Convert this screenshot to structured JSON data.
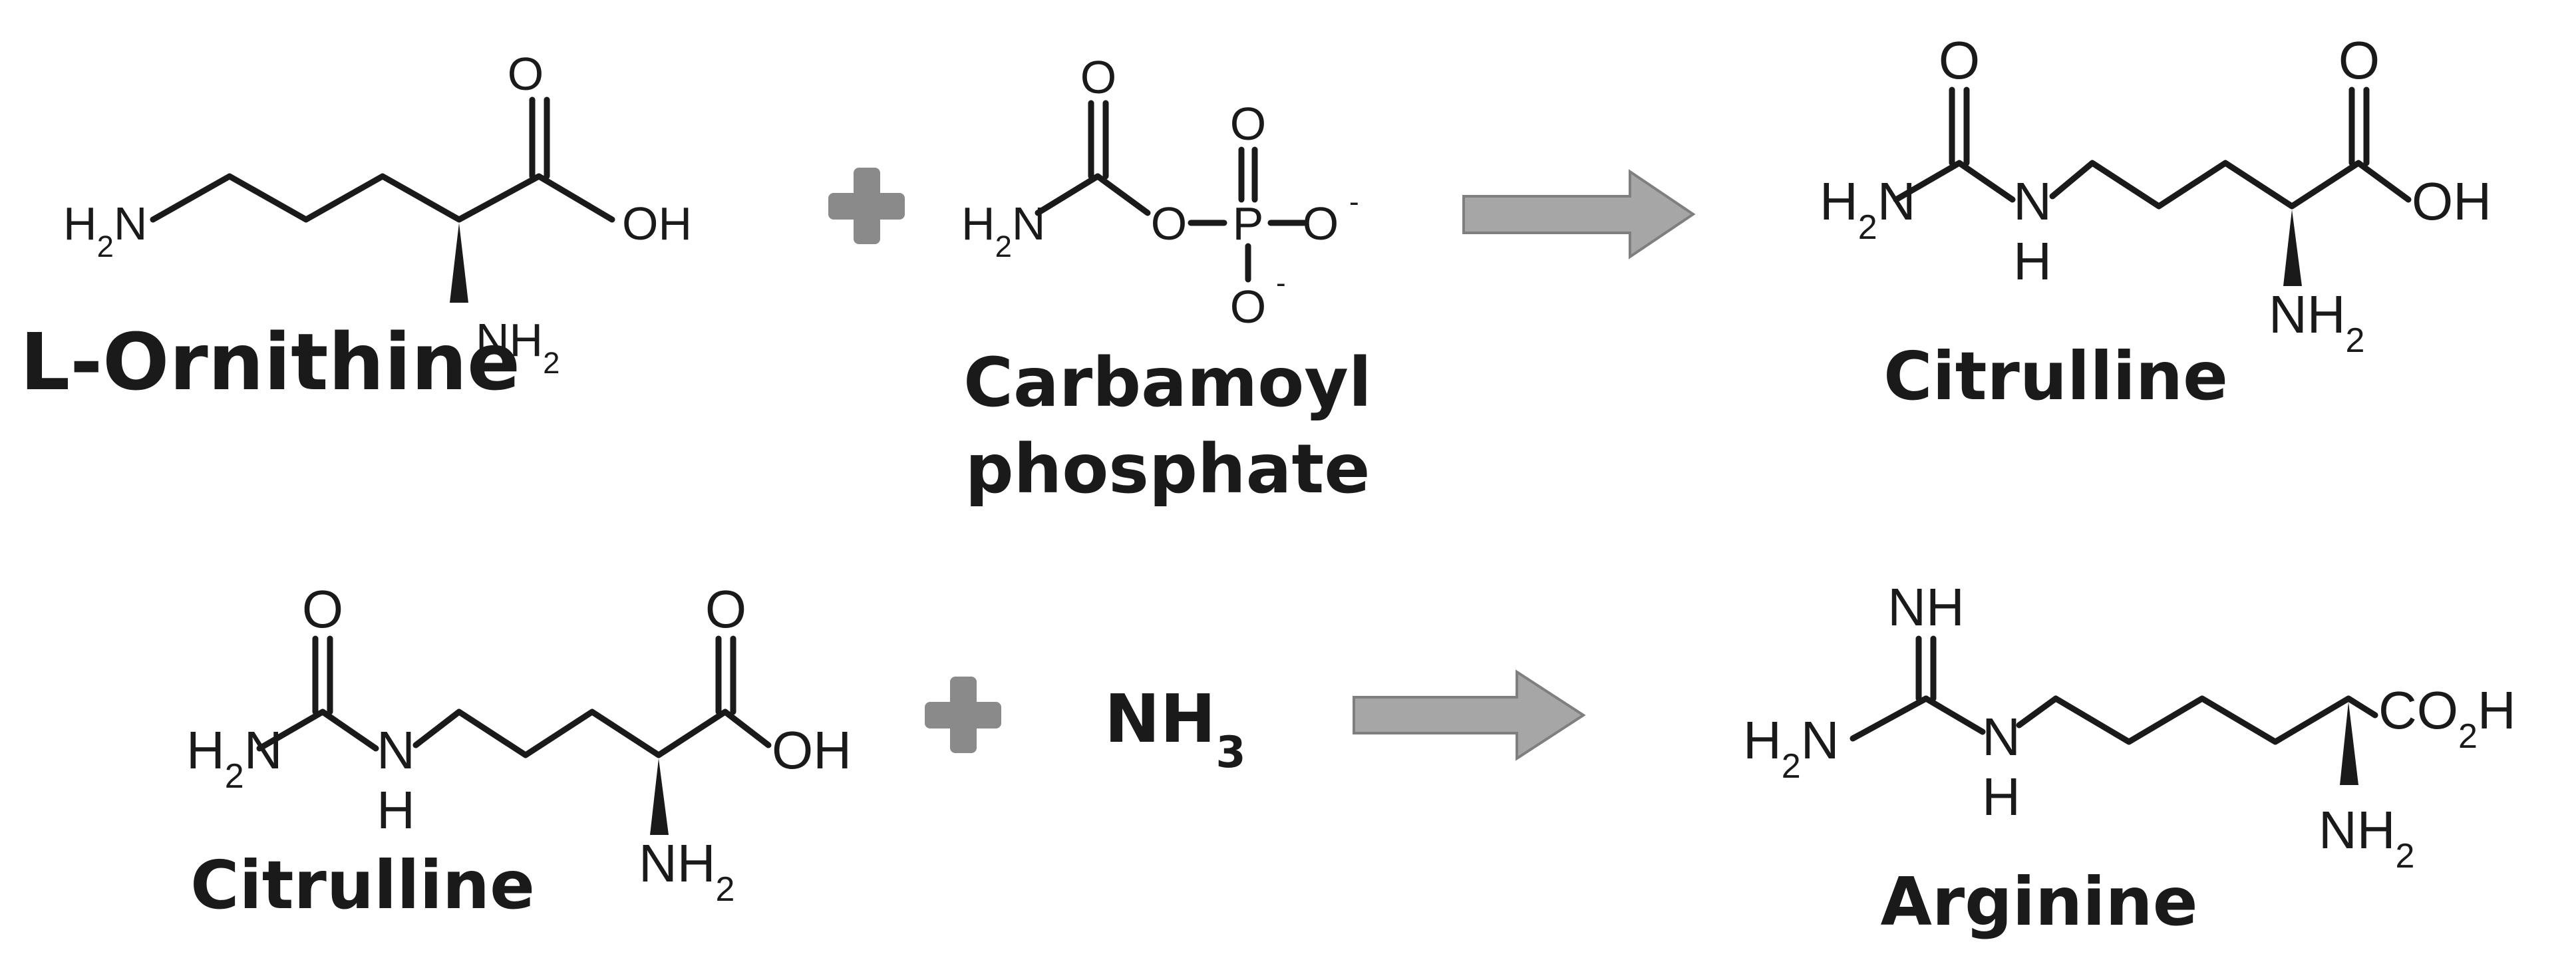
{
  "reactions": [
    {
      "reactant_1": {
        "name": "L-Ornithine",
        "atoms": {
          "amine": "H2N",
          "carbonyl_o": "O",
          "hydroxyl": "OH",
          "alpha_amine": "NH2"
        }
      },
      "operator": "+",
      "reactant_2": {
        "name_line1": "Carbamoyl",
        "name_line2": "phosphate",
        "atoms": {
          "amine": "H2N",
          "carbonyl_o": "O",
          "ester_o": "O",
          "phosphorus": "P",
          "o_top": "O",
          "o_right": "O",
          "o_bottom": "O",
          "charge": "-"
        }
      },
      "product": {
        "name": "Citrulline",
        "atoms": {
          "amine": "H2N",
          "carbonyl_o": "O",
          "nh_n": "N",
          "nh_h": "H",
          "acid_o": "O",
          "hydroxyl": "OH",
          "alpha_amine": "NH2"
        }
      }
    },
    {
      "reactant_1": {
        "name": "Citrulline",
        "atoms": {
          "amine": "H2N",
          "carbonyl_o": "O",
          "nh_n": "N",
          "nh_h": "H",
          "acid_o": "O",
          "hydroxyl": "OH",
          "alpha_amine": "NH2"
        }
      },
      "operator": "+",
      "reactant_2": {
        "name": "NH3"
      },
      "product": {
        "name": "Arginine",
        "atoms": {
          "imine": "NH",
          "amine": "H2N",
          "nh_n": "N",
          "nh_h": "H",
          "acid": "CO2H",
          "alpha_amine": "NH2"
        }
      }
    }
  ]
}
